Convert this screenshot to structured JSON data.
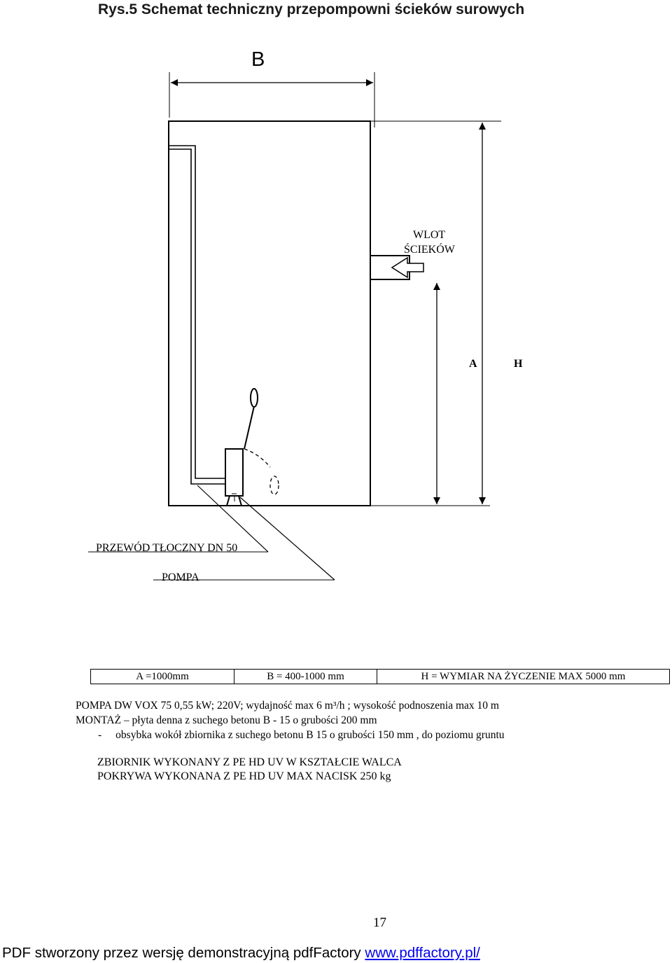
{
  "title": "Rys.5 Schemat techniczny przepompowni ścieków surowych",
  "diagram": {
    "label_b": "B",
    "label_inlet_line1": "WLOT",
    "label_inlet_line2": "ŚCIEKÓW",
    "label_a": "A",
    "label_h": "H",
    "label_pipe": "PRZEWÓD TŁOCZNY DN 50",
    "label_pump": "POMPA"
  },
  "dimensions_table": [
    "A =1000mm",
    "B = 400-1000 mm",
    "H = WYMIAR NA ŻYCZENIE MAX  5000 mm"
  ],
  "spec": {
    "pump": "POMPA DW VOX 75  0,55 kW; 220V; wydajność max 6 m³/h ; wysokość podnoszenia max 10 m",
    "mounting": "MONTAŻ – płyta denna z suchego betonu B - 15 o grubości  200 mm",
    "lining_dash": "-",
    "lining": "obsybka wokół zbiornika  z suchego betonu B  15 o grubości 150 mm , do poziomu gruntu"
  },
  "tank": {
    "line1": "ZBIORNIK WYKONANY Z PE HD UV W KSZTAŁCIE WALCA",
    "line2": "POKRYWA  WYKONANA Z PE HD UV  MAX NACISK 250 kg"
  },
  "page_number": "17",
  "footer": {
    "text": "PDF stworzony przez wersję demonstracyjną pdfFactory ",
    "link": "www.pdffactory.pl/"
  }
}
